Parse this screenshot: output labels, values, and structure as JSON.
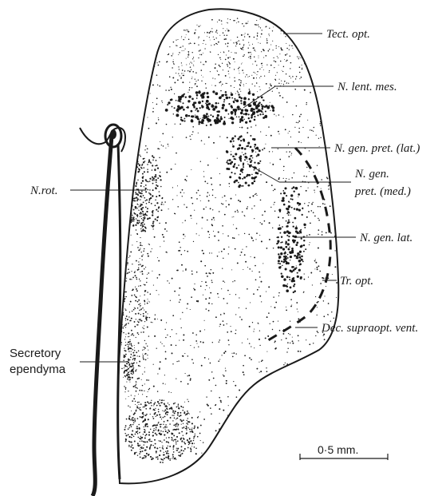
{
  "figure": {
    "labels": {
      "tect_opt": "Tect. opt.",
      "n_lent_mes": "N. lent. mes.",
      "n_gen_pret_lat": "N. gen. pret. (lat.)",
      "n_gen_pret_med_line1": "N. gen.",
      "n_gen_pret_med_line2": "pret. (med.)",
      "n_rot": "N.rot.",
      "n_gen_lat": "N. gen. lat.",
      "tr_opt": "Tr. opt.",
      "dec_supraopt_vent": "Dec. supraopt. vent.",
      "secretory_line1": "Secretory",
      "secretory_line2": "ependyma"
    },
    "scale_bar": {
      "label": "0·5 mm."
    }
  },
  "colors": {
    "ink": "#1a1a1a",
    "background": "#ffffff"
  }
}
